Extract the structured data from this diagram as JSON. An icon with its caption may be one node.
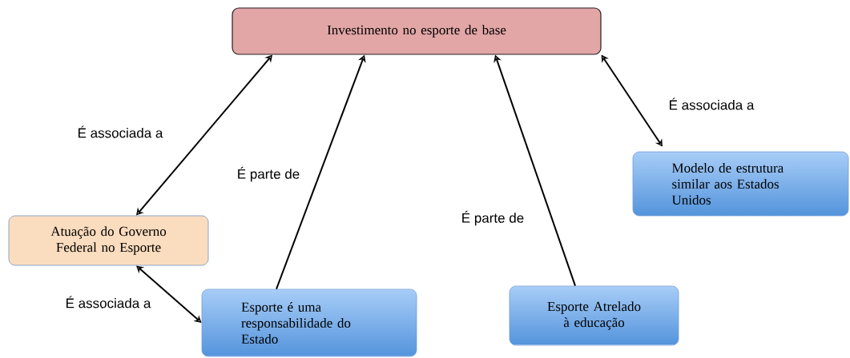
{
  "diagram": {
    "nodes": [
      {
        "text": [
          "Investimento no esporte de base"
        ]
      },
      {
        "text": [
          "Atuação do Governo Federal no Esporte"
        ]
      },
      {
        "text": [
          "Esporte é uma responsabilidade do Estado"
        ]
      },
      {
        "text": [
          "Esporte Atrelado à educação"
        ]
      },
      {
        "text": [
          "Modelo de estrutura similar aos Estados Unidos"
        ]
      }
    ],
    "edges": [
      {
        "from": 1,
        "to": 0,
        "arrow": "both",
        "label": "É associada a"
      },
      {
        "from": 2,
        "to": 0,
        "arrow": "to",
        "label": "É parte de"
      },
      {
        "from": 1,
        "to": 2,
        "arrow": "both",
        "label": "É associada a"
      },
      {
        "from": 3,
        "to": 0,
        "arrow": "to",
        "label": "É parte de"
      },
      {
        "from": 0,
        "to": 4,
        "arrow": "both",
        "label": "É associada a"
      }
    ]
  }
}
